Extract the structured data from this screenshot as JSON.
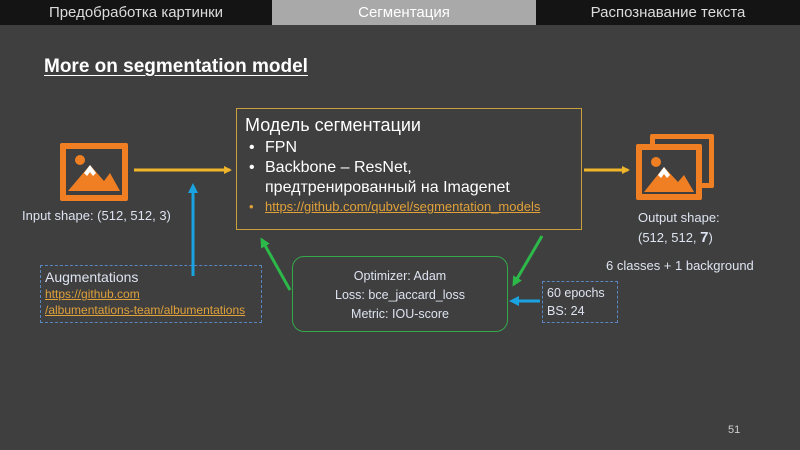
{
  "tabs": [
    {
      "label": "Предобработка картинки"
    },
    {
      "label": "Сегментация"
    },
    {
      "label": "Распознавание текста"
    }
  ],
  "title": "More on segmentation model",
  "model_box": {
    "title": "Модель сегментации",
    "items": [
      "FPN",
      "Backbone – ResNet,",
      "предтренированный на Imagenet"
    ],
    "link": "https://github.com/qubvel/segmentation_models"
  },
  "input_shape": "Input shape: (512, 512, 3)",
  "output_shape": {
    "line1": "Output shape:",
    "prefix": "(512, 512, ",
    "classes": "7",
    "suffix": ")"
  },
  "classes_note": "6 classes + 1 background",
  "augmentations": {
    "title": "Augmentations",
    "link_line1": "https://github.com",
    "link_line2": "/albumentations-team/albumentations"
  },
  "optimizer_box": {
    "optimizer": "Optimizer: Adam",
    "loss": "Loss: bce_jaccard_loss",
    "metric": "Metric: IOU-score"
  },
  "training": {
    "epochs": "60 epochs",
    "batch_size": "BS: 24"
  },
  "page_number": "51",
  "colors": {
    "accent_orange": "#f07f24",
    "arrow_gold": "#f0b52a",
    "arrow_blue": "#1aa3e0",
    "arrow_green": "#2db84a",
    "tab_active": "#a9a9a9"
  },
  "icons": [
    "image-icon",
    "images-stack-icon"
  ]
}
